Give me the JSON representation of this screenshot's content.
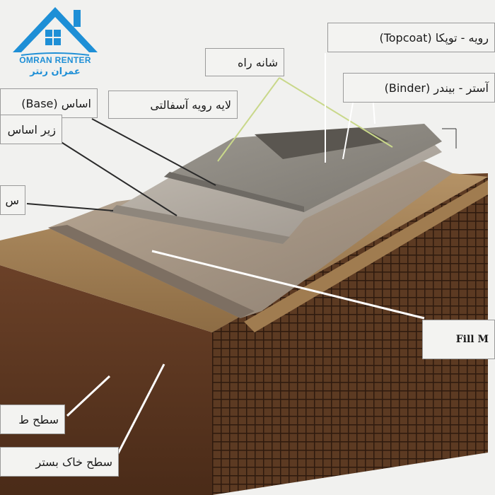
{
  "logo": {
    "text_en": "OMRAN RENTER",
    "text_fa": "عمران رنتر",
    "color": "#1e8fd6"
  },
  "labels": {
    "topcoat": "رویه - توپکا (Topcoat)",
    "road_crown": "شانه راه",
    "binder": "آستر - بیندر (Binder)",
    "base": "اساس (Base)",
    "asphalt_layer": "لایه رویه آسفالتی",
    "subbase": "زیر اساس",
    "s_label": "س",
    "fill": "Fill M",
    "natural_surface": "سطح ط",
    "subgrade_surface": "سطح خاک بستر"
  },
  "colors": {
    "soil": "#5a3520",
    "gravel": "#a8855a",
    "pavement": "#8e8a85",
    "leader_line": "#ffffff",
    "shoulder_line": "#c9d88a"
  }
}
